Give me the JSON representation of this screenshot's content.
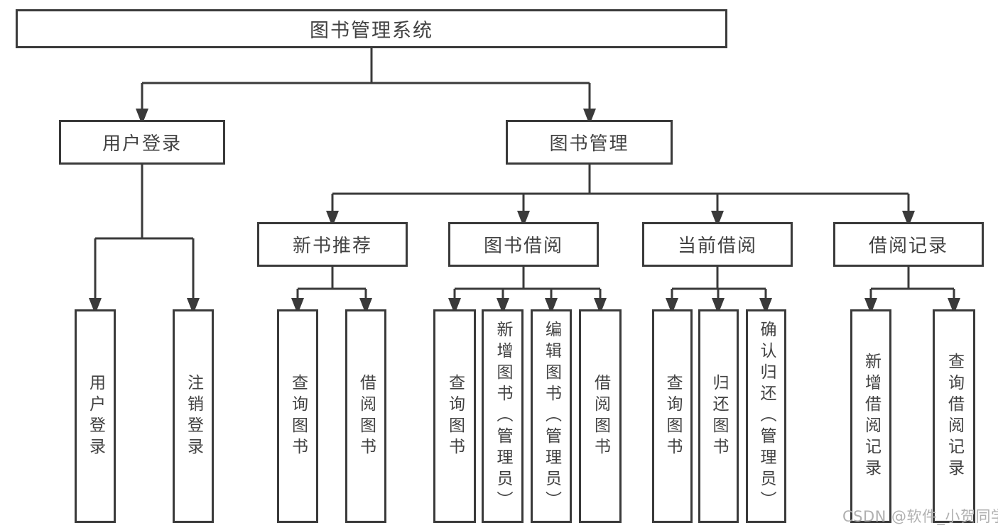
{
  "colors": {
    "line": "#3a3a3a",
    "box_border": "#3a3a3a",
    "box_fill": "#ffffff",
    "text": "#424242",
    "watermark": "#b0b0b0",
    "background": "#ffffff"
  },
  "watermark": {
    "text": "CSDN @软件_小贺同学"
  },
  "tree": {
    "root": {
      "label": "图书管理系统"
    },
    "children": [
      {
        "label": "用户登录",
        "children": [
          {
            "label": "用户登录"
          },
          {
            "label": "注销登录"
          }
        ]
      },
      {
        "label": "图书管理",
        "children": [
          {
            "label": "新书推荐",
            "children": [
              {
                "label": "查询图书"
              },
              {
                "label": "借阅图书"
              }
            ]
          },
          {
            "label": "图书借阅",
            "children": [
              {
                "label": "查询图书"
              },
              {
                "label": "新增图书（管理员）"
              },
              {
                "label": "编辑图书（管理员）"
              },
              {
                "label": "借阅图书"
              }
            ]
          },
          {
            "label": "当前借阅",
            "children": [
              {
                "label": "查询图书"
              },
              {
                "label": "归还图书"
              },
              {
                "label": "确认归还（管理员）"
              }
            ]
          },
          {
            "label": "借阅记录",
            "children": [
              {
                "label": "新增借阅记录"
              },
              {
                "label": "查询借阅记录"
              }
            ]
          }
        ]
      }
    ]
  }
}
